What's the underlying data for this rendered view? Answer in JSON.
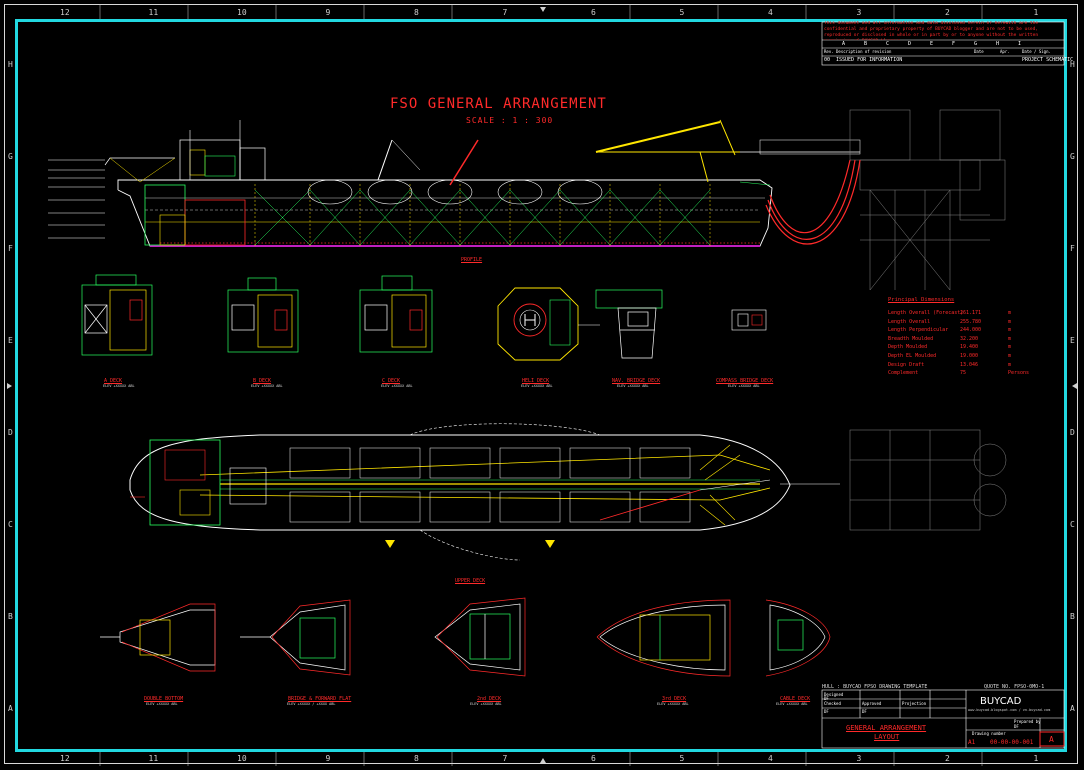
{
  "drawing": {
    "title": "FSO GENERAL ARRANGEMENT",
    "scale": "SCALE : 1 : 300"
  },
  "border": {
    "columns_top": [
      "12",
      "11",
      "10",
      "9",
      "8",
      "7",
      "6",
      "5",
      "4",
      "3",
      "2",
      "1"
    ],
    "columns_bottom": [
      "12",
      "11",
      "10",
      "9",
      "8",
      "7",
      "6",
      "5",
      "4",
      "3",
      "2",
      "1"
    ],
    "rows_left": [
      "H",
      "G",
      "F",
      "E",
      "D",
      "C",
      "B",
      "A"
    ],
    "rows_right": [
      "H",
      "G",
      "F",
      "E",
      "D",
      "C",
      "B",
      "A"
    ]
  },
  "views": {
    "profile": "PROFILE",
    "upper_deck": "UPPER DECK",
    "decks_row": [
      {
        "name": "A DECK",
        "elev": "ELEV +XXXXX ABL"
      },
      {
        "name": "B DECK",
        "elev": "ELEV +XXXXX ABL"
      },
      {
        "name": "C DECK",
        "elev": "ELEV +XXXXX ABL"
      },
      {
        "name": "HELI DECK",
        "elev": "ELEV +XXXXX ABL"
      },
      {
        "name": "NAV. BRIDGE DECK",
        "elev": "ELEV +XXXXX ABL"
      },
      {
        "name": "COMPASS BRIDGE DECK",
        "elev": "ELEV +XXXXX ABL"
      }
    ],
    "lower_row": [
      {
        "name": "DOUBLE BOTTOM",
        "elev": "ELEV +XXXXX ABL"
      },
      {
        "name": "BRIDGE & FORWARD FLAT",
        "elev": "ELEV +XXXXX / +XXXX ABL"
      },
      {
        "name": "2nd DECK",
        "elev": "ELEV +XXXXX ABL"
      },
      {
        "name": "3rd DECK",
        "elev": "ELEV +XXXXX ABL"
      },
      {
        "name": "CABLE DECK",
        "elev": "ELEV +XXXXX ABL"
      }
    ]
  },
  "principal_dimensions": {
    "heading": "Principal Dimensions",
    "rows": [
      {
        "key": "Length Overall (Forecast)",
        "value": "261.171",
        "unit": "m"
      },
      {
        "key": "Length Overall",
        "value": "255.780",
        "unit": "m"
      },
      {
        "key": "Length Perpendicular",
        "value": "244.000",
        "unit": "m"
      },
      {
        "key": "Breadth Moulded",
        "value": "32.200",
        "unit": "m"
      },
      {
        "key": "Depth Moulded",
        "value": "19.400",
        "unit": "m"
      },
      {
        "key": "Depth EL Moulded",
        "value": "19.000",
        "unit": "m"
      },
      {
        "key": "Design Draft",
        "value": "13.046",
        "unit": "m"
      },
      {
        "key": "Complement",
        "value": "75",
        "unit": "Persons"
      }
    ]
  },
  "title_block": {
    "confidentiality_note": "This document and all information and data disclosed herein or herewith are the confidential and proprietary property of BUYCAD blogger and are not to be used, reproduced or disclosed in whole or in part by or to anyone without the written permission of BUYCAD blogger",
    "revision_letters": [
      "A",
      "B",
      "C",
      "D",
      "E",
      "F",
      "G",
      "H",
      "I"
    ],
    "revision_header": [
      "Rev.",
      "Description of revision",
      "Date",
      "Apr.",
      "Date / Sign."
    ],
    "revision_row": {
      "rev": "00",
      "desc": "ISSUED FOR INFORMATION",
      "status": "PROJECT SCHEMATIC"
    },
    "hull_caption": "HULL : BUYCAD FPSO DRAWING TEMPLATE",
    "quote_no": "QUOTE NO. FPSO-0MO-1",
    "designed_label": "Designed",
    "designed_value": "DF",
    "checked_label": "Checked",
    "checked_value": "DF",
    "approved_label": "Approved",
    "approved_value": "DF",
    "projection_label": "Projection",
    "company": "BUYCAD",
    "company_sub": "www.buycad.blogspot.com / vn.buycad.com",
    "drawing_title_1": "GENERAL ARRANGEMENT",
    "drawing_title_2": "LAYOUT",
    "prepared_by_label": "Prepared by",
    "prepared_by_value": "DF",
    "drawing_number_label": "Drawing number",
    "drawing_number": "00-00-00-001",
    "sheet_rev": "A",
    "format": "A1"
  }
}
